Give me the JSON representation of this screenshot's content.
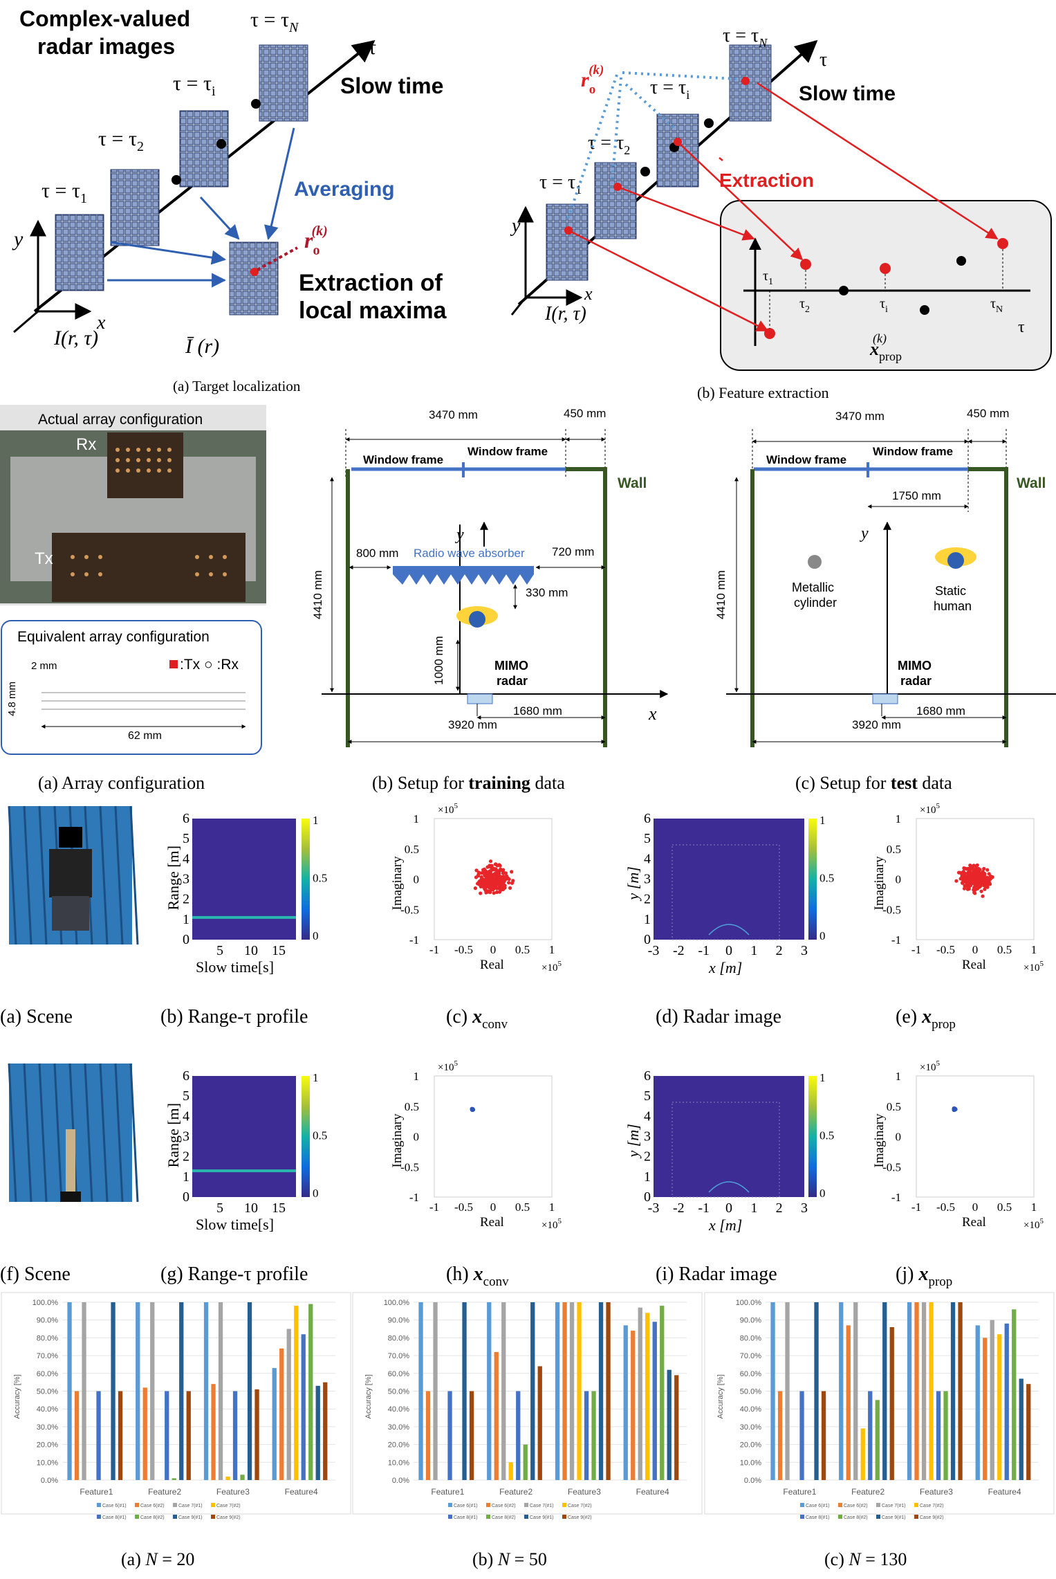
{
  "fig1": {
    "a": {
      "title_line1": "Complex-valued",
      "title_line2": "radar images",
      "tau_N": "τ = τ",
      "tau_N_sub": "N",
      "tau_i": "τ = τ",
      "tau_i_sub": "i",
      "tau_2": "τ = τ",
      "tau_2_sub": "2",
      "tau_1": "τ = τ",
      "tau_1_sub": "1",
      "tau_axis": "τ",
      "slow_time": "Slow time",
      "averaging": "Averaging",
      "r_o": "r",
      "r_o_sub": "o",
      "r_o_sup": "(k)",
      "extraction_line1": "Extraction of",
      "extraction_line2": "local maxima",
      "y_axis": "y",
      "x_axis": "x",
      "I_label": "I(r, τ)",
      "Ibar_label": "Ī (r)",
      "caption": "(a) Target localization"
    },
    "b": {
      "tau_N": "τ = τ",
      "tau_N_sub": "N",
      "tau_i": "τ = τ",
      "tau_i_sub": "i",
      "tau_2": "τ = τ",
      "tau_2_sub": "2",
      "tau_1": "τ = τ",
      "tau_1_sub": "1",
      "tau_axis": "τ",
      "slow_time": "Slow time",
      "r_o": "r",
      "r_o_sub": "o",
      "r_o_sup": "(k)",
      "extraction": "Extraction",
      "y_axis": "y",
      "x_axis": "x",
      "I_label": "I(r, τ)",
      "inset_tau1": "τ",
      "inset_tau1_sub": "1",
      "inset_tau2": "τ",
      "inset_tau2_sub": "2",
      "inset_taui": "τ",
      "inset_taui_sub": "i",
      "inset_tauN": "τ",
      "inset_tauN_sub": "N",
      "inset_tau_axis": "τ",
      "x_prop": "x",
      "x_prop_sub": "prop",
      "x_prop_sup": "(k)",
      "caption": "(b) Feature extraction"
    }
  },
  "fig2": {
    "a": {
      "actual_title": "Actual array configuration",
      "rx": "Rx",
      "tx": "Tx",
      "equiv_title": "Equivalent array configuration",
      "legend": ":Tx ○ :Rx",
      "dim_2mm": "2 mm",
      "dim_48mm": "4.8 mm",
      "dim_62mm": "62 mm",
      "caption": "(a)  Array configuration"
    },
    "b": {
      "dim_3470": "3470 mm",
      "dim_450": "450 mm",
      "window_frame_1": "Window frame",
      "window_frame_2": "Window frame",
      "wall": "Wall",
      "dim_4410": "4410 mm",
      "y": "y",
      "dim_800": "800 mm",
      "absorber": "Radio wave absorber",
      "dim_720": "720 mm",
      "dim_330": "330 mm",
      "dim_1000": "1000 mm",
      "mimo_1": "MIMO",
      "mimo_2": "radar",
      "dim_3920": "3920 mm",
      "dim_1680": "1680 mm",
      "x": "x",
      "caption_pre": "(b)  Setup for ",
      "caption_bold": "training",
      "caption_post": " data"
    },
    "c": {
      "dim_3470": "3470 mm",
      "dim_450": "450 mm",
      "window_frame_1": "Window frame",
      "window_frame_2": "Window frame",
      "wall": "Wall",
      "dim_1750": "1750 mm",
      "dim_4410": "4410 mm",
      "y": "y",
      "metallic_1": "Metallic",
      "metallic_2": "cylinder",
      "static_1": "Static",
      "static_2": "human",
      "mimo_1": "MIMO",
      "mimo_2": "radar",
      "dim_3920": "3920 mm",
      "dim_1680": "1680 mm",
      "caption_pre": "(c)  Setup for ",
      "caption_bold": "test",
      "caption_post": " data"
    }
  },
  "fig3": {
    "captions_row1": [
      "(a)  Scene",
      "(b)  Range-τ profile",
      "(c)  ",
      "(d)  Radar image",
      "(e)  "
    ],
    "captions_row2": [
      "(f)  Scene",
      "(g)  Range-τ profile",
      "(h)  ",
      "(i)  Radar image",
      "(j)  "
    ],
    "x_conv": "x",
    "x_conv_sub": "conv",
    "x_prop": "x",
    "x_prop_sub": "prop",
    "range_ylabel": "Range [m]",
    "range_xlabel": "Slow time[s]",
    "range_yticks": [
      "6",
      "5",
      "4",
      "3",
      "2",
      "1",
      "0"
    ],
    "range_xticks": [
      "5",
      "10",
      "15"
    ],
    "colorbar_ticks": [
      "1",
      "0.5",
      "0"
    ],
    "iq_ylabel": "Imaginary",
    "iq_xlabel": "Real",
    "iq_exp": "×10",
    "iq_exp_sup": "5",
    "iq_yticks": [
      "1",
      "0.5",
      "0",
      "-0.5",
      "-1"
    ],
    "iq_xticks": [
      "-1",
      "-0.5",
      "0",
      "0.5",
      "1"
    ],
    "img_ylabel": "y [m]",
    "img_xlabel": "x [m]",
    "img_yticks": [
      "6",
      "5",
      "4",
      "3",
      "2",
      "1",
      "0"
    ],
    "img_xticks": [
      "-3",
      "-2",
      "-1",
      "0",
      "1",
      "2",
      "3"
    ],
    "human_colors": {
      "points": "#e8262a"
    },
    "cylinder_colors": {
      "points": "#2c55b8"
    }
  },
  "fig4": {
    "ylabel": "Accuracy [%]",
    "yticks": [
      "100.0%",
      "90.0%",
      "80.0%",
      "70.0%",
      "60.0%",
      "50.0%",
      "40.0%",
      "30.0%",
      "20.0%",
      "10.0%",
      "0.0%"
    ],
    "legend_row1": [
      "Case 6(#1)",
      "Case 6(#2)",
      "Case 7(#1)",
      "Case 7(#2)"
    ],
    "legend_row2": [
      "Case 8(#1)",
      "Case 8(#2)",
      "Case 9(#1)",
      "Case 9(#2)"
    ],
    "colors": [
      "#5b9bd5",
      "#ed7d31",
      "#a5a5a5",
      "#ffc000",
      "#4472c4",
      "#70ad47",
      "#255e91",
      "#9e480e"
    ],
    "captions": [
      "(a)  N = 20",
      "(b)  N = 50",
      "(c)  N = 130"
    ]
  },
  "chart_data": [
    {
      "type": "bar",
      "title": "",
      "ylabel": "Accuracy [%]",
      "ylim": [
        0,
        100
      ],
      "categories": [
        "Feature1",
        "Feature2",
        "Feature3",
        "Feature4"
      ],
      "series": [
        {
          "name": "Case 6(#1)",
          "values": [
            100,
            100,
            100,
            63
          ]
        },
        {
          "name": "Case 6(#2)",
          "values": [
            50,
            52,
            54,
            74
          ]
        },
        {
          "name": "Case 7(#1)",
          "values": [
            100,
            100,
            100,
            85
          ]
        },
        {
          "name": "Case 7(#2)",
          "values": [
            0,
            0,
            2,
            98
          ]
        },
        {
          "name": "Case 8(#1)",
          "values": [
            50,
            50,
            50,
            82
          ]
        },
        {
          "name": "Case 8(#2)",
          "values": [
            0,
            1,
            3,
            99
          ]
        },
        {
          "name": "Case 9(#1)",
          "values": [
            100,
            100,
            100,
            53
          ]
        },
        {
          "name": "Case 9(#2)",
          "values": [
            50,
            50,
            51,
            55
          ]
        }
      ]
    },
    {
      "type": "bar",
      "title": "",
      "ylabel": "Accuracy [%]",
      "ylim": [
        0,
        100
      ],
      "categories": [
        "Feature1",
        "Feature2",
        "Feature3",
        "Feature4"
      ],
      "series": [
        {
          "name": "Case 6(#1)",
          "values": [
            100,
            100,
            100,
            87
          ]
        },
        {
          "name": "Case 6(#2)",
          "values": [
            50,
            72,
            100,
            84
          ]
        },
        {
          "name": "Case 7(#1)",
          "values": [
            100,
            100,
            100,
            97
          ]
        },
        {
          "name": "Case 7(#2)",
          "values": [
            0,
            10,
            100,
            94
          ]
        },
        {
          "name": "Case 8(#1)",
          "values": [
            50,
            50,
            50,
            89
          ]
        },
        {
          "name": "Case 8(#2)",
          "values": [
            0,
            20,
            50,
            98
          ]
        },
        {
          "name": "Case 9(#1)",
          "values": [
            100,
            100,
            100,
            62
          ]
        },
        {
          "name": "Case 9(#2)",
          "values": [
            50,
            64,
            100,
            59
          ]
        }
      ]
    },
    {
      "type": "bar",
      "title": "",
      "ylabel": "Accuracy [%]",
      "ylim": [
        0,
        100
      ],
      "categories": [
        "Feature1",
        "Feature2",
        "Feature3",
        "Feature4"
      ],
      "series": [
        {
          "name": "Case 6(#1)",
          "values": [
            100,
            100,
            100,
            87
          ]
        },
        {
          "name": "Case 6(#2)",
          "values": [
            50,
            87,
            100,
            80
          ]
        },
        {
          "name": "Case 7(#1)",
          "values": [
            100,
            100,
            100,
            90
          ]
        },
        {
          "name": "Case 7(#2)",
          "values": [
            0,
            29,
            100,
            82
          ]
        },
        {
          "name": "Case 8(#1)",
          "values": [
            50,
            50,
            50,
            88
          ]
        },
        {
          "name": "Case 8(#2)",
          "values": [
            0,
            45,
            50,
            96
          ]
        },
        {
          "name": "Case 9(#1)",
          "values": [
            100,
            100,
            100,
            57
          ]
        },
        {
          "name": "Case 9(#2)",
          "values": [
            50,
            86,
            100,
            54
          ]
        }
      ]
    }
  ]
}
